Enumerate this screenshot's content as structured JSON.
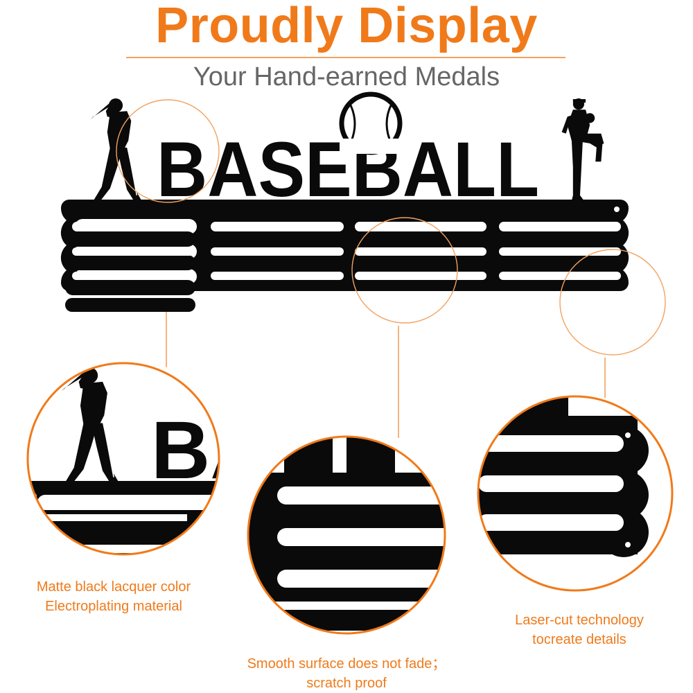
{
  "header": {
    "title": "Proudly Display",
    "subtitle": "Your Hand-earned Medals"
  },
  "product": {
    "sign_text": "BASEBALL",
    "zoom_letters": "BA"
  },
  "features": [
    {
      "line1": "Matte black lacquer color",
      "line2": "Electroplating material"
    },
    {
      "line1": "Smooth surface does not fade；",
      "line2": "scratch proof"
    },
    {
      "line1": "Laser-cut technology",
      "line2": "tocreate details"
    }
  ],
  "colors": {
    "accent": "#f07a1a",
    "product": "#0a0a0a",
    "subtitle": "#666666",
    "background": "#ffffff"
  }
}
